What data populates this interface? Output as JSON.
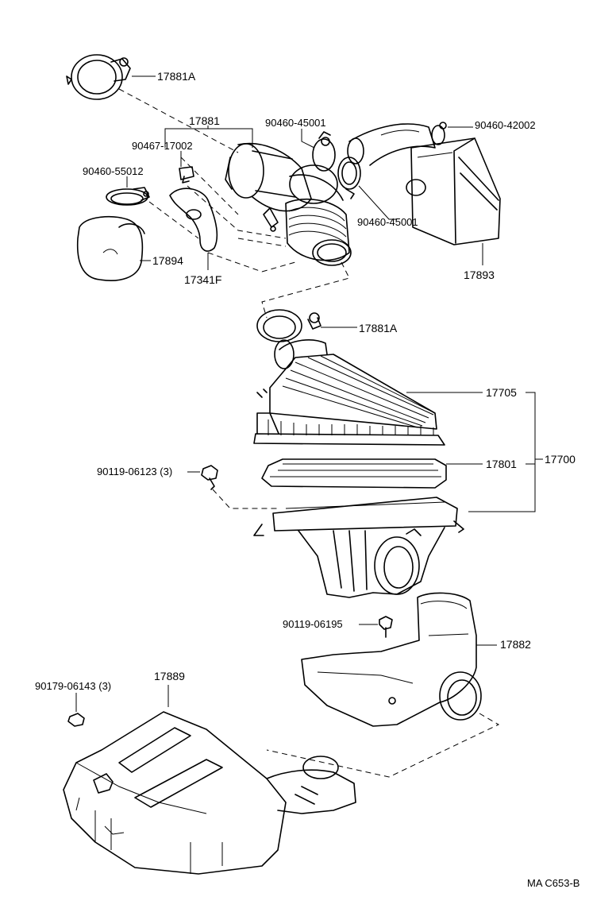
{
  "diagram": {
    "labels": {
      "p17881A_top": "17881A",
      "p17881": "17881",
      "p90460_45001_top": "90460-45001",
      "p90460_42002": "90460-42002",
      "p90467_17002": "90467-17002",
      "p90460_55012": "90460-55012",
      "p90460_45001_bot": "90460-45001",
      "p17894": "17894",
      "p17341F": "17341F",
      "p17893": "17893",
      "p17881A_mid": "17881A",
      "p17705": "17705",
      "p17801": "17801",
      "p17700": "17700",
      "p90119_06123": "90119-06123 (3)",
      "p90119_06195": "90119-06195",
      "p17882": "17882",
      "p90179_06143": "90179-06143 (3)",
      "p17889": "17889",
      "code": "MA C653-B"
    }
  }
}
